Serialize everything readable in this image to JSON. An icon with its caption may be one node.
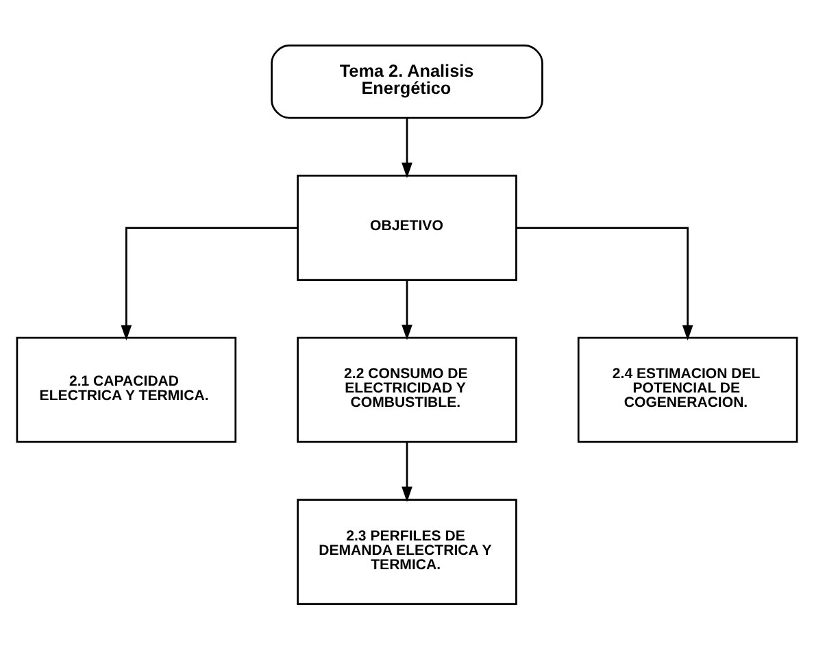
{
  "diagram": {
    "nodes": [
      {
        "text": [
          "Tema 2. Analisis Energético"
        ]
      },
      {
        "text": [
          "OBJETIVO"
        ]
      },
      {
        "text": [
          "2.1 CAPACIDAD ELECTRICA Y TERMICA."
        ]
      },
      {
        "text": [
          "2.2 CONSUMO DE ELECTRICIDAD Y COMBUSTIBLE."
        ]
      },
      {
        "text": [
          "2.4 ESTIMACION DEL POTENCIAL DE COGENERACION."
        ]
      },
      {
        "text": [
          "2.3 PERFILES DE DEMANDA ELECTRICA Y TERMICA."
        ]
      }
    ],
    "edges": [
      {
        "from": 0,
        "to": 1,
        "arrow": "to"
      },
      {
        "from": 1,
        "to": 2,
        "arrow": "to"
      },
      {
        "from": 1,
        "to": 3,
        "arrow": "to"
      },
      {
        "from": 1,
        "to": 4,
        "arrow": "to"
      },
      {
        "from": 3,
        "to": 5,
        "arrow": "to"
      }
    ]
  }
}
